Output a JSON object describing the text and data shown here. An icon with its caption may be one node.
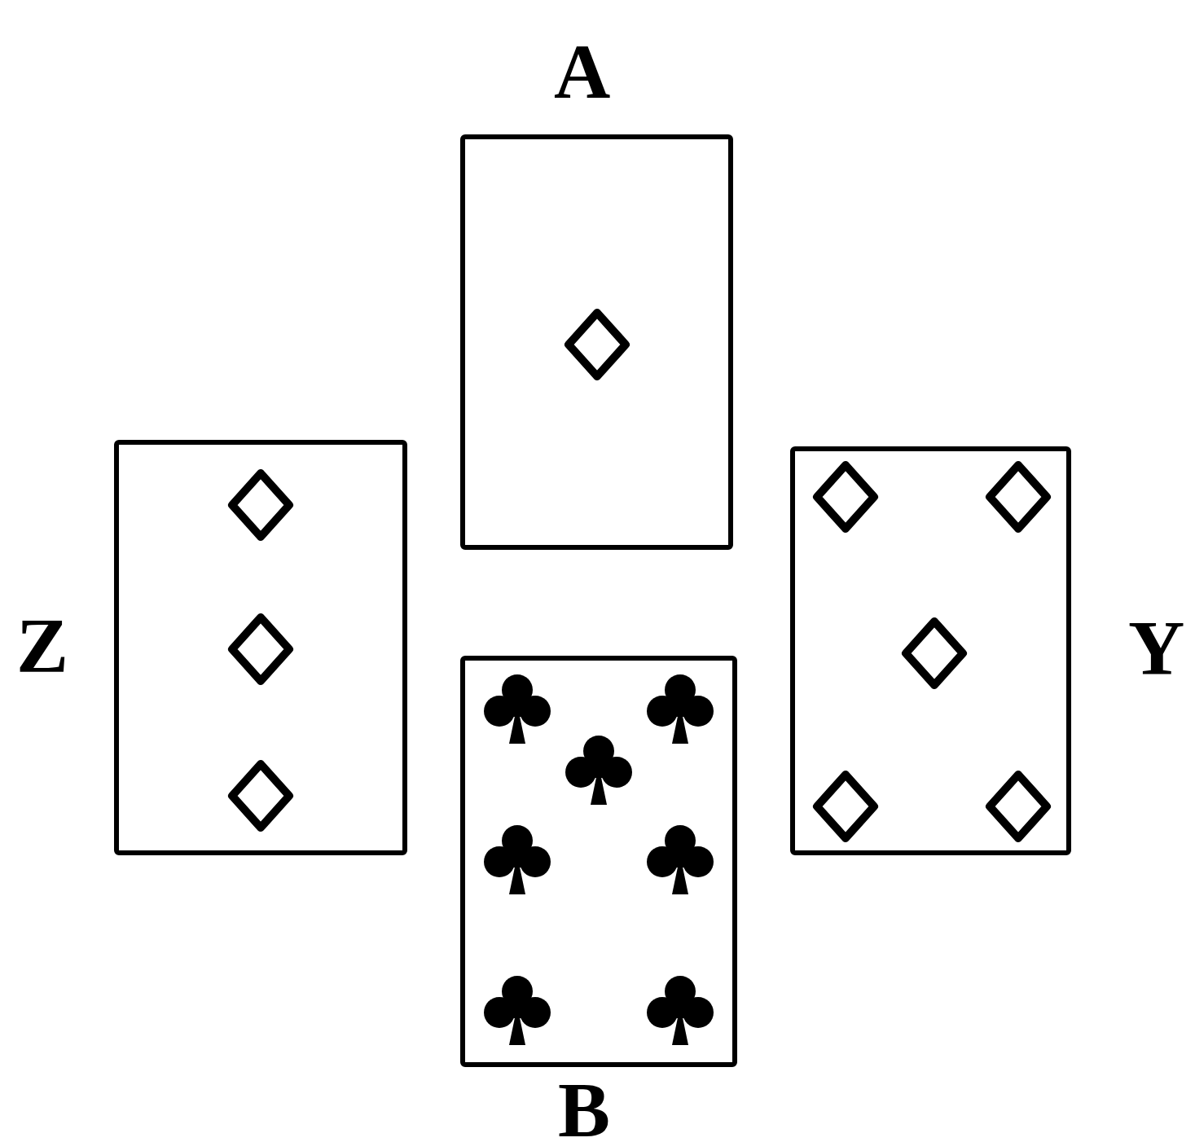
{
  "diagram": {
    "nodes": [
      {
        "text": [
          "A"
        ]
      },
      {
        "text": [
          "Z"
        ]
      },
      {
        "text": [
          "Y"
        ]
      },
      {
        "text": [
          "B"
        ]
      }
    ]
  }
}
